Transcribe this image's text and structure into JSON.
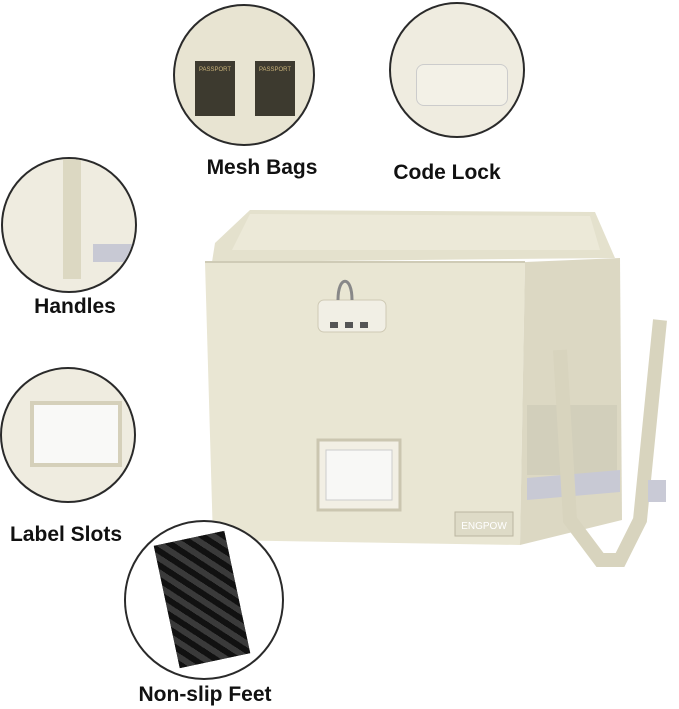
{
  "features": [
    {
      "label": "Mesh Bags",
      "icon": "mesh-bags-closeup"
    },
    {
      "label": "Code Lock",
      "icon": "code-lock-closeup"
    },
    {
      "label": "Handles",
      "icon": "handles-closeup"
    },
    {
      "label": "Label Slots",
      "icon": "label-slot-closeup"
    },
    {
      "label": "Non-slip Feet",
      "icon": "non-slip-feet-closeup"
    }
  ],
  "product": {
    "brand_logo": "ENGPOW",
    "color": "#e9e6d4"
  },
  "passport_text": "PASSPORT"
}
